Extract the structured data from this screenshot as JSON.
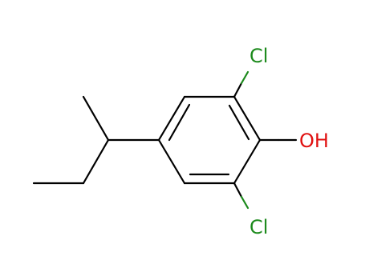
{
  "molecule": {
    "atoms": {
      "chlorine_top": "Cl",
      "chlorine_bottom": "Cl",
      "hydroxyl": "OH"
    },
    "colors": {
      "bond": "#000000",
      "chlorine": "#1c8a1c",
      "oxygen": "#e01010"
    }
  }
}
